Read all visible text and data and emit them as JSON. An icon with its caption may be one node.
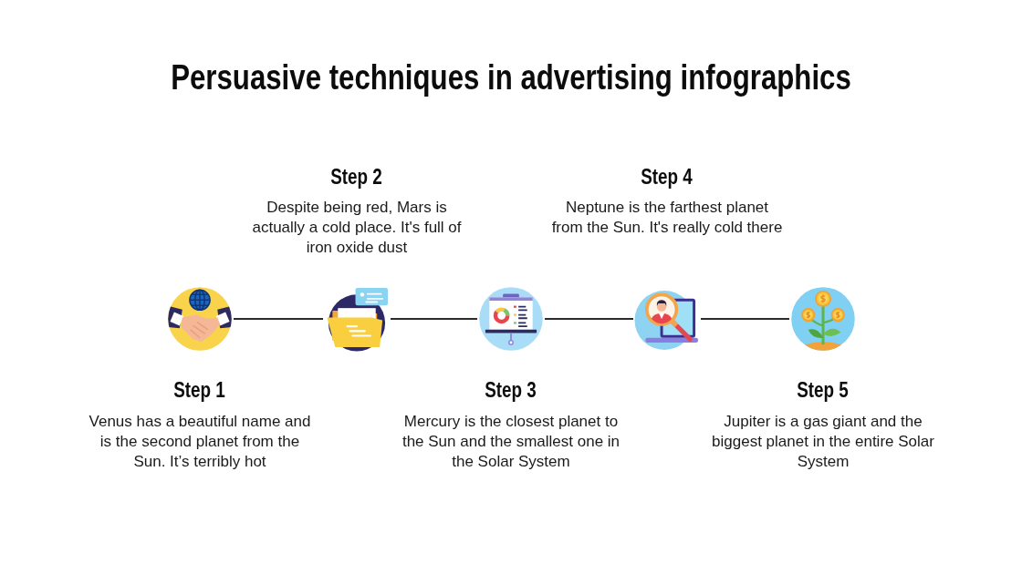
{
  "diagram": {
    "title": "Persuasive techniques in advertising infographics",
    "nodes": [
      {
        "text": [],
        "shape": "picture",
        "beside": [
          "Step 1",
          "Venus has a beautiful name and is the second planet from the Sun. It’s terribly hot"
        ]
      },
      {
        "text": [],
        "shape": "picture",
        "beside": [
          "Step 2",
          "Despite being red, Mars is actually a cold place. It's full of iron oxide dust"
        ]
      },
      {
        "text": [],
        "shape": "picture",
        "beside": [
          "Step 3",
          "Mercury is the closest planet to the Sun and the smallest one in the Solar System"
        ]
      },
      {
        "text": [],
        "shape": "picture",
        "beside": [
          "Step 4",
          "Neptune is the farthest planet from the Sun. It's really cold there"
        ]
      },
      {
        "text": [],
        "shape": "picture",
        "beside": [
          "Step 5",
          "Jupiter is a gas giant and the biggest planet in the entire Solar System"
        ]
      }
    ],
    "edges": [
      {
        "from": 0,
        "to": 1,
        "arrow": "none"
      },
      {
        "from": 1,
        "to": 2,
        "arrow": "none"
      },
      {
        "from": 2,
        "to": 3,
        "arrow": "none"
      },
      {
        "from": 3,
        "to": 4,
        "arrow": "none"
      }
    ]
  }
}
